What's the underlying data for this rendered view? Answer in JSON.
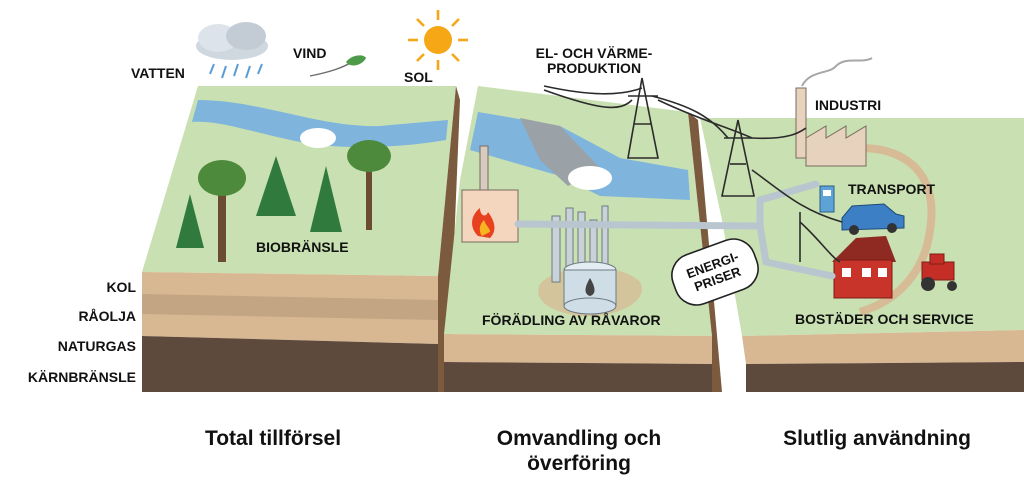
{
  "sources": {
    "water": "VATTEN",
    "wind": "VIND",
    "sun": "SOL",
    "biofuel": "BIOBRÄNSLE",
    "coal": "KOL",
    "crude_oil": "RÅOLJA",
    "natural_gas": "NATURGAS",
    "nuclear_fuel": "KÄRNBRÄNSLE"
  },
  "conversion": {
    "power_heat_line1": "EL- OCH VÄRME-",
    "power_heat_line2": "PRODUKTION",
    "refining": "FÖRÄDLING AV RÅVAROR",
    "energy_prices_line1": "ENERGI-",
    "energy_prices_line2": "PRISER"
  },
  "use": {
    "industry": "INDUSTRI",
    "transport": "TRANSPORT",
    "housing": "BOSTÄDER OCH SERVICE"
  },
  "captions": {
    "supply": "Total tillförsel",
    "conversion_line1": "Omvandling och",
    "conversion_line2": "överföring",
    "final_use": "Slutlig användning"
  },
  "colors": {
    "grass": "#c8e0b2",
    "soil": "#d8b892",
    "bedrock": "#5e4a3c",
    "water": "#7fb5dc",
    "pipe": "#b9c6cf",
    "house": "#c8342a",
    "tractor": "#c52e26",
    "car": "#3d7fc4",
    "sun": "#f5a716"
  }
}
